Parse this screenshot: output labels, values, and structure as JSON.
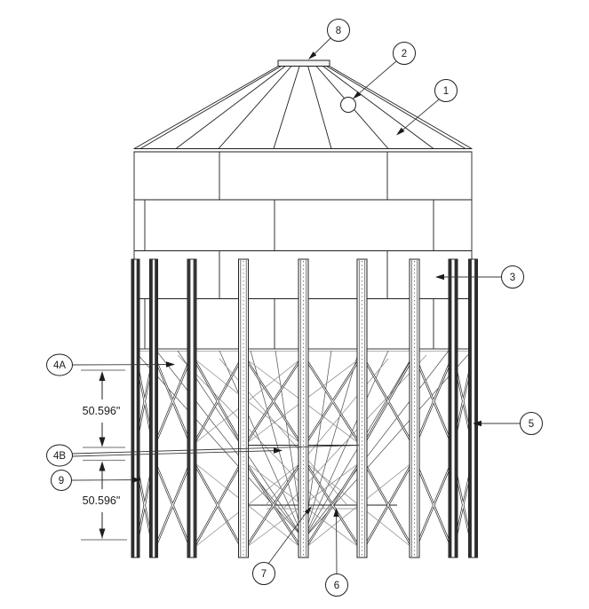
{
  "drawing": {
    "background_color": "#ffffff",
    "line_color": "#1f1f1f",
    "tick_color": "#8a8a8a"
  },
  "callouts": {
    "c1": {
      "label": "1"
    },
    "c2": {
      "label": "2"
    },
    "c3": {
      "label": "3"
    },
    "c4a": {
      "label": "4A"
    },
    "c4b": {
      "label": "4B"
    },
    "c5": {
      "label": "5"
    },
    "c6": {
      "label": "6"
    },
    "c7": {
      "label": "7"
    },
    "c8": {
      "label": "8"
    },
    "c9": {
      "label": "9"
    }
  },
  "dimensions": {
    "upper": "50.596\"",
    "lower": "50.596\""
  }
}
